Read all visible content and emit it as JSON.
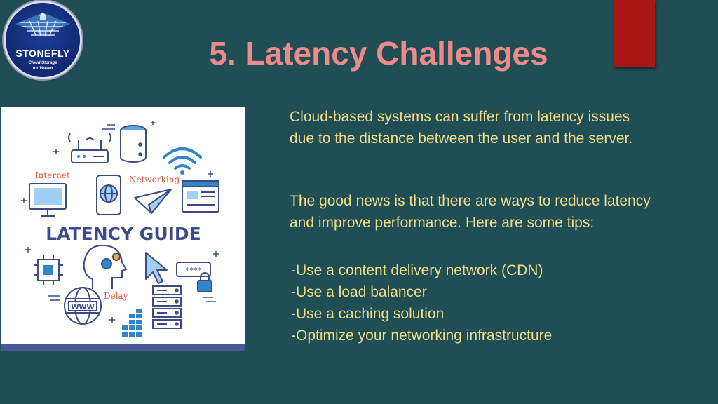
{
  "logo": {
    "brand": "STONEFLY",
    "subtitle_line1": "Cloud Storage",
    "subtitle_line2": "for Veeam"
  },
  "title": "5. Latency Challenges",
  "illustration": {
    "heading": "LATENCY GUIDE",
    "labels": {
      "internet": "Internet",
      "networking": "Networking",
      "delay": "Delay",
      "www": "WWW",
      "password": "****"
    }
  },
  "content": {
    "paragraph1": "Cloud-based systems can suffer from latency issues due to the distance between the user and the server.",
    "paragraph2": "The good news is that there are ways to reduce latency and improve performance. Here are some tips:",
    "tips": [
      "-Use a content delivery network (CDN)",
      "-Use a load balancer",
      "-Use a caching solution",
      "-Optimize your networking infrastructure"
    ]
  },
  "colors": {
    "background": "#1f4e55",
    "title": "#ee8a8a",
    "body_text": "#f3dc86",
    "accent_red": "#a81616",
    "illustration_navy": "#4a5795",
    "illustration_blue": "#2f86c9"
  }
}
